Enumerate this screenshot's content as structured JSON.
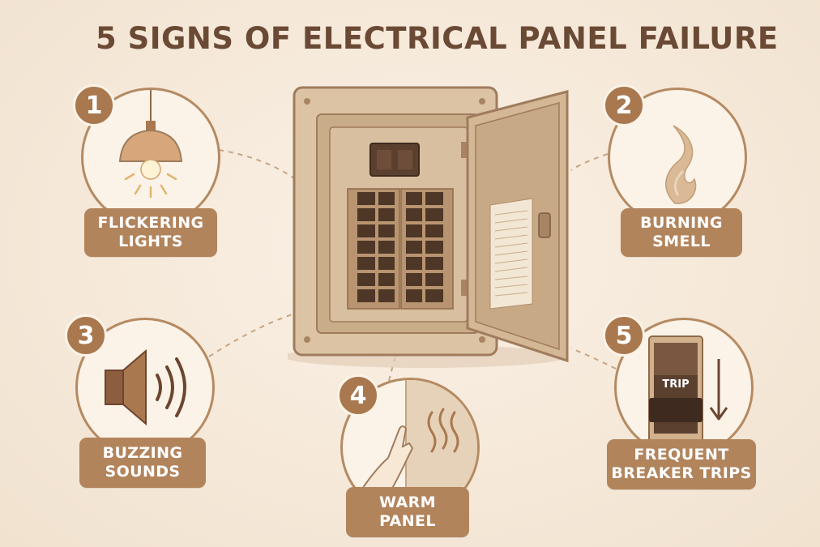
{
  "title": "5 SIGNS OF ELECTRICAL PANEL FAILURE",
  "signs": [
    {
      "number": "1",
      "line1": "FLICKERING",
      "line2": "LIGHTS",
      "icon": "hanging-lamp-icon"
    },
    {
      "number": "2",
      "line1": "BURNING",
      "line2": "SMELL",
      "icon": "smoke-icon"
    },
    {
      "number": "3",
      "line1": "BUZZING",
      "line2": "SOUNDS",
      "icon": "speaker-icon"
    },
    {
      "number": "4",
      "line1": "WARM",
      "line2": "PANEL",
      "icon": "hand-heat-icon"
    },
    {
      "number": "5",
      "line1": "FREQUENT",
      "line2": "BREAKER TRIPS",
      "icon": "tripped-breaker-icon"
    }
  ],
  "breaker_label": "TRIP",
  "colors": {
    "accent": "#b2845c",
    "badge": "#a9784f",
    "title": "#6b4a35",
    "background": "#f6ebdc"
  }
}
